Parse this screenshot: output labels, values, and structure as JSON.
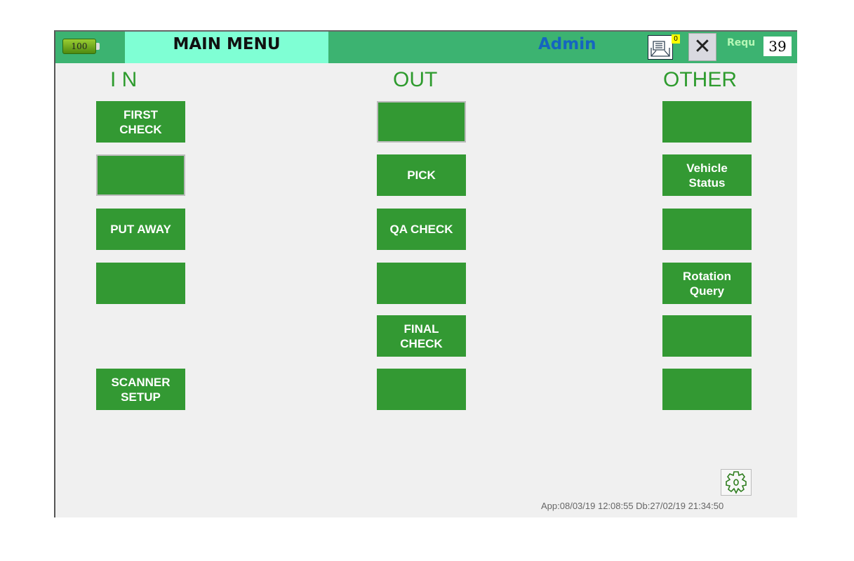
{
  "header": {
    "battery_level": "100",
    "title": "MAIN MENU",
    "user": "Admin",
    "message_count": "0",
    "close_label": "✕",
    "req_label": "Requ",
    "req_value": "39"
  },
  "columns": [
    {
      "heading": "I N",
      "buttons": [
        {
          "label": "FIRST\nCHECK"
        },
        {
          "label": "",
          "selected": true
        },
        {
          "label": "PUT AWAY"
        },
        {
          "label": ""
        },
        null,
        {
          "label": "SCANNER\nSETUP"
        }
      ]
    },
    {
      "heading": "OUT",
      "buttons": [
        {
          "label": "",
          "selected": true
        },
        {
          "label": "PICK"
        },
        {
          "label": "QA CHECK"
        },
        {
          "label": ""
        },
        {
          "label": "FINAL\nCHECK"
        },
        {
          "label": ""
        }
      ]
    },
    {
      "heading": "OTHER",
      "buttons": [
        {
          "label": ""
        },
        {
          "label": "Vehicle\nStatus"
        },
        {
          "label": ""
        },
        {
          "label": "Rotation\nQuery"
        },
        {
          "label": ""
        },
        {
          "label": ""
        }
      ]
    }
  ],
  "footer": {
    "version_info": "App:08/03/19 12:08:55 Db:27/02/19 21:34:50"
  }
}
